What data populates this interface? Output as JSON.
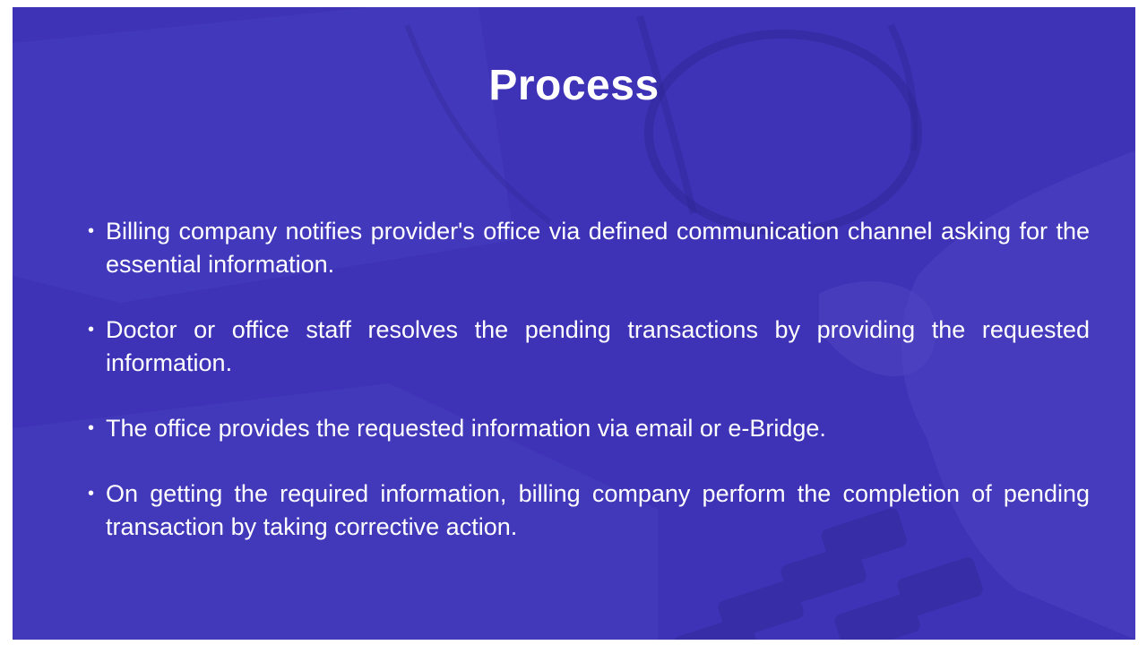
{
  "slide": {
    "title": "Process",
    "bullets": [
      "Billing company notifies provider's office via defined communication channel asking for the essential information.",
      "Doctor or office staff resolves the pending transactions by providing the requested information.",
      "The office provides the requested information via email or e-Bridge.",
      "On getting the required information, billing company perform the completion of pending transaction by taking corrective action."
    ],
    "bullet_glyph": "•"
  },
  "colors": {
    "overlay": "#3f34b8",
    "text": "#ffffff"
  },
  "background_image": "office-desk-photo-with-glasses-and-calculator"
}
